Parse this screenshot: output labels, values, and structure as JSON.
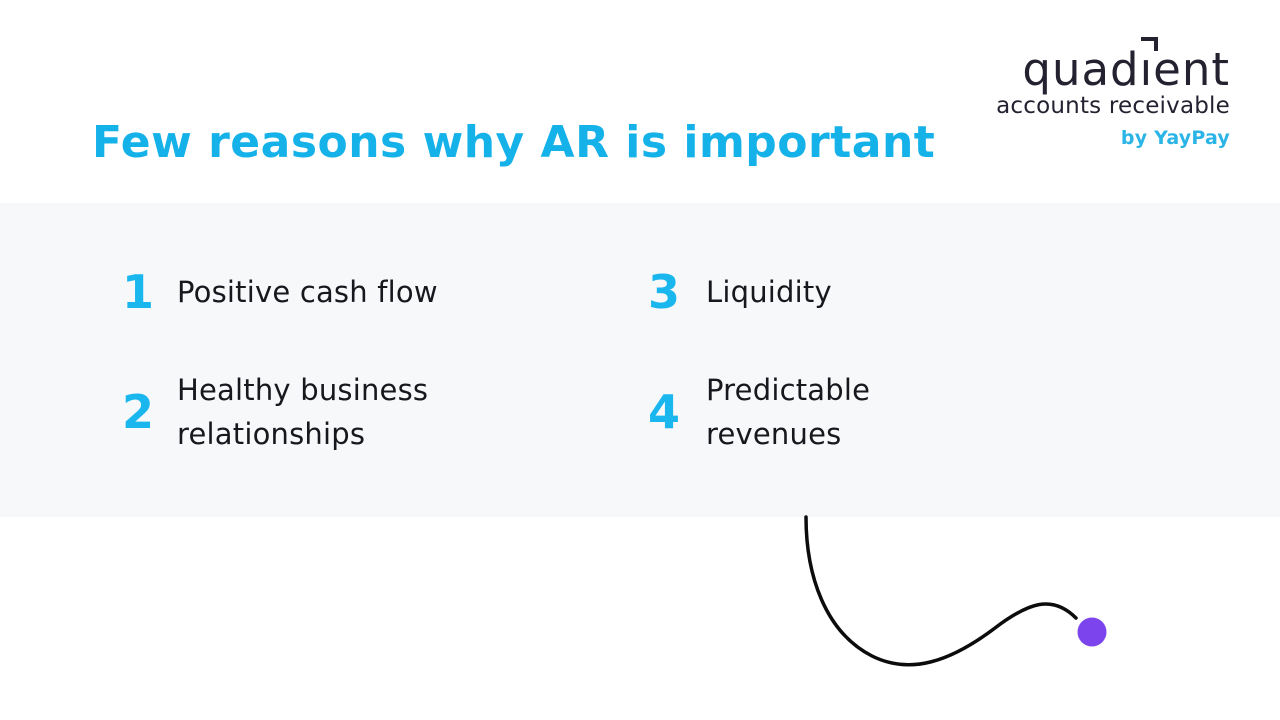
{
  "colors": {
    "accent_cyan": "#15b1e9",
    "number_cyan": "#1ab6ee",
    "byline_cyan": "#2bb4e6",
    "logo_dark": "#242230",
    "text_dark": "#17171d",
    "band_background": "#f7f8fa",
    "curve_black": "#0c0c0c",
    "purple_dot": "#7c44ec"
  },
  "header": {
    "title": "Few reasons why AR is important",
    "logo": {
      "brand": "quadient",
      "brand_parts": {
        "pre": "quad",
        "i": "ı",
        "post": "ent"
      },
      "subtitle": "accounts receivable",
      "byline": "by YayPay"
    }
  },
  "main": {
    "items": [
      {
        "number": "1",
        "lines": [
          "Positive cash flow"
        ]
      },
      {
        "number": "2",
        "lines": [
          "Healthy business",
          "relationships"
        ]
      },
      {
        "number": "3",
        "lines": [
          "Liquidity"
        ]
      },
      {
        "number": "4",
        "lines": [
          "Predictable",
          "revenues"
        ]
      }
    ]
  }
}
